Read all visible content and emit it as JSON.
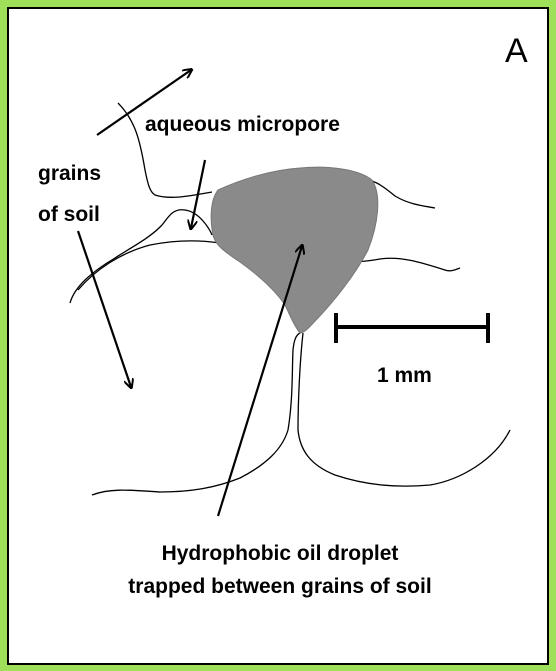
{
  "panel_letter": "A",
  "labels": {
    "aqueous_micropore": "aqueous micropore",
    "grains_line1": "grains",
    "grains_line2": "of soil",
    "scale_bar": "1 mm",
    "caption_line1": "Hydrophobic oil droplet",
    "caption_line2": "trapped between grains of soil"
  },
  "colors": {
    "frame": "#9ee05a",
    "oil_droplet": "#8a8a8a",
    "ink": "#000000"
  },
  "icons": [
    "arrow-icon"
  ]
}
